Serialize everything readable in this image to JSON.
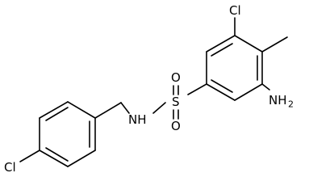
{
  "structure": {
    "labels": {
      "cl_top": "Cl",
      "cl_left": "Cl",
      "amine": "NH",
      "amine_sub": "2",
      "sulfonamide_nh": "NH",
      "sulfur": "S",
      "oxygen_top": "O",
      "oxygen_bottom": "O"
    }
  }
}
